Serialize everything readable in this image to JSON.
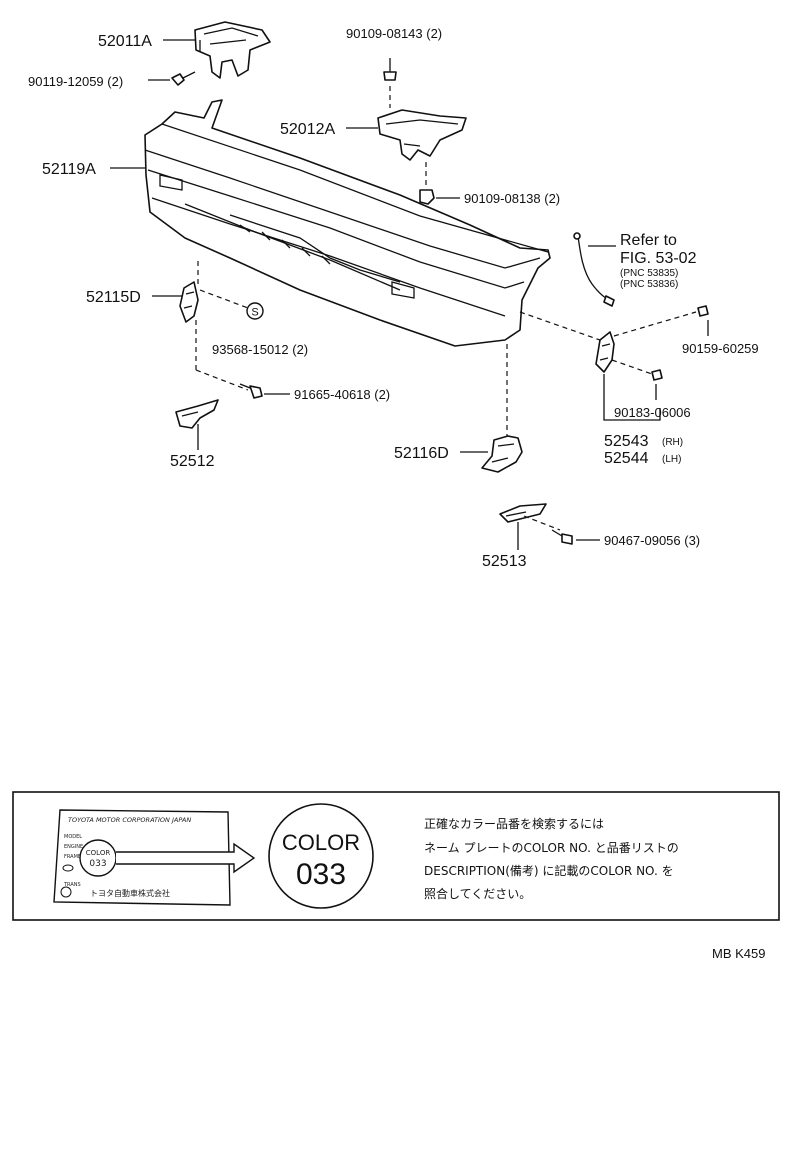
{
  "parts": {
    "p52011A": "52011A",
    "p90119": "90119-12059 (2)",
    "p90109_08143": "90109-08143 (2)",
    "p52012A": "52012A",
    "p52119A": "52119A",
    "p90109_08138": "90109-08138 (2)",
    "refer_line1": "Refer to",
    "refer_line2": "FIG. 53-02",
    "pnc1": "(PNC 53835)",
    "pnc2": "(PNC 53836)",
    "p52115D": "52115D",
    "p93568": "93568-15012 (2)",
    "p90159": "90159-60259",
    "p91665": "91665-40618 (2)",
    "p90183": "90183-06006",
    "p52543": "52543",
    "p52543_side": "(RH)",
    "p52544": "52544",
    "p52544_side": "(LH)",
    "p52512": "52512",
    "p52116D": "52116D",
    "p52513": "52513",
    "p90467": "90467-09056 (3)",
    "s_mark": "S"
  },
  "color_box": {
    "plate_company": "TOYOTA MOTOR CORPORATION JAPAN",
    "plate_model": "MODEL",
    "plate_engine": "ENGINE",
    "plate_frame": "FRAME",
    "plate_trans": "TRANS",
    "plate_color": "COLOR",
    "plate_color_no": "033",
    "plate_maker": "トヨタ自動車株式会社",
    "circle_color": "COLOR",
    "circle_number": "033",
    "jp_line1": "正確なカラー品番を検索するには",
    "jp_line2": "ネーム プレートのCOLOR NO. と品番リストの",
    "jp_line3": "DESCRIPTION(備考) に記載のCOLOR NO. を",
    "jp_line4": "照合してください。"
  },
  "footer": {
    "code": "MB K459"
  }
}
